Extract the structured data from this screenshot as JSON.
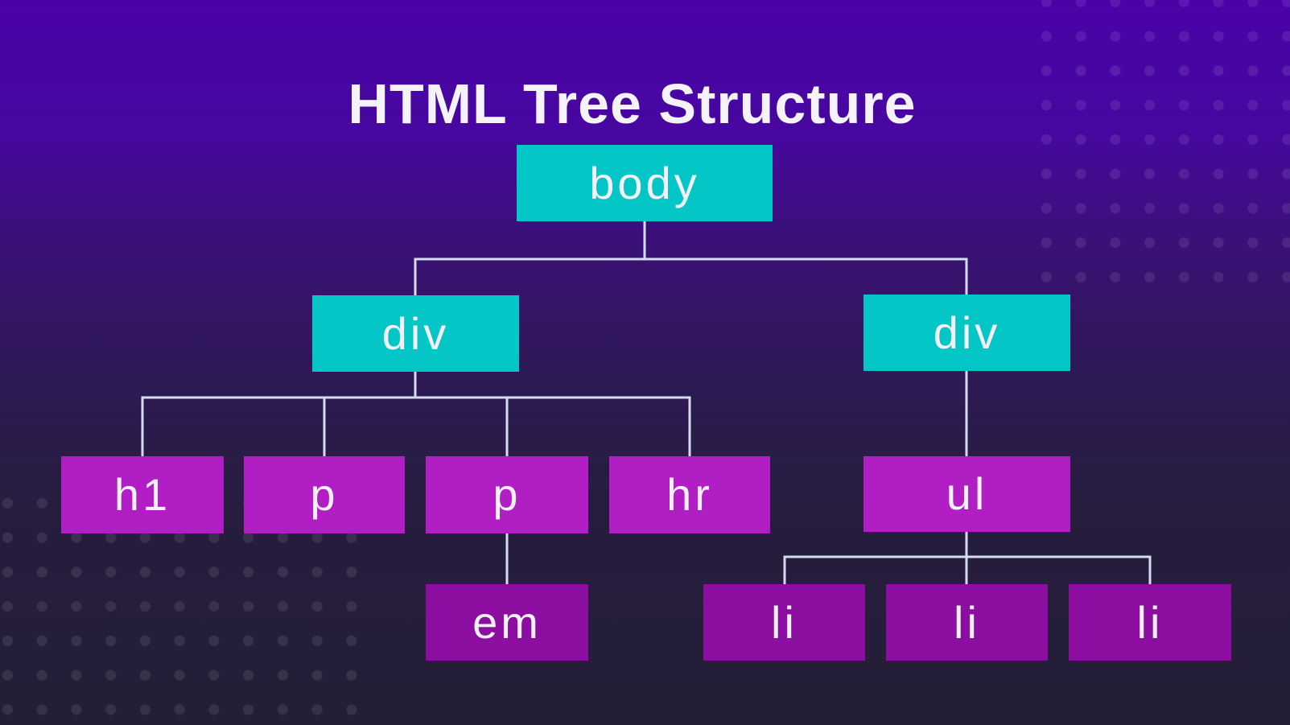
{
  "title": "HTML Tree Structure",
  "tree": {
    "nodes": [
      {
        "id": "body",
        "label": "body",
        "color_role": "teal",
        "parent": null
      },
      {
        "id": "div-left",
        "label": "div",
        "color_role": "teal",
        "parent": "body"
      },
      {
        "id": "div-right",
        "label": "div",
        "color_role": "teal",
        "parent": "body"
      },
      {
        "id": "h1",
        "label": "h1",
        "color_role": "magenta",
        "parent": "div-left"
      },
      {
        "id": "p-1",
        "label": "p",
        "color_role": "magenta",
        "parent": "div-left"
      },
      {
        "id": "p-2",
        "label": "p",
        "color_role": "magenta",
        "parent": "div-left"
      },
      {
        "id": "hr",
        "label": "hr",
        "color_role": "magenta",
        "parent": "div-left"
      },
      {
        "id": "ul",
        "label": "ul",
        "color_role": "magenta",
        "parent": "div-right"
      },
      {
        "id": "em",
        "label": "em",
        "color_role": "deep_purple",
        "parent": "p-2"
      },
      {
        "id": "li-1",
        "label": "li",
        "color_role": "deep_purple",
        "parent": "ul"
      },
      {
        "id": "li-2",
        "label": "li",
        "color_role": "deep_purple",
        "parent": "ul"
      },
      {
        "id": "li-3",
        "label": "li",
        "color_role": "deep_purple",
        "parent": "ul"
      }
    ]
  },
  "colors": {
    "teal": "#05C6C6",
    "magenta": "#B11FC4",
    "deep_purple": "#8C0EA0",
    "connector": "#D6DCEF",
    "node_text": "#F2F1F8",
    "title_text": "#F5F3FA"
  }
}
